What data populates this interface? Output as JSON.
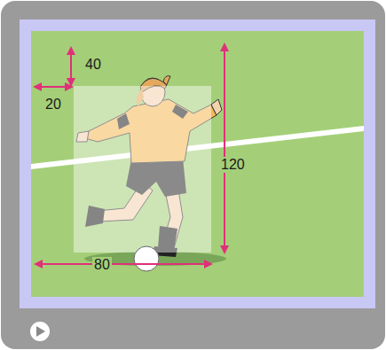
{
  "diagram": {
    "labels": [
      "40",
      "20",
      "120",
      "80"
    ]
  }
}
